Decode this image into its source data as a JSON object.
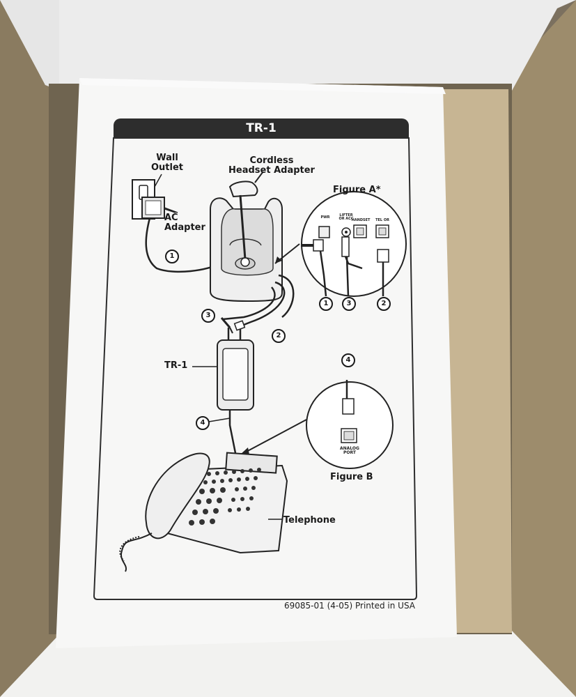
{
  "manual": {
    "title": "TR-1",
    "labels": {
      "wall_outlet": "Wall\nOutlet",
      "cordless_headset_adapter": "Cordless\nHeadset Adapter",
      "ac_adapter": "AC\nAdapter",
      "figure_a": "Figure A*",
      "tr1_module": "TR-1",
      "figure_b": "Figure B",
      "telephone": "Telephone",
      "analog_port": "ANALOG\nPORT"
    },
    "port_labels": {
      "power": "PWR",
      "lifter_or_acc": "LIFTER\nOR ACC",
      "handset": "HANDSET",
      "tel_or": "TEL OR"
    },
    "cable_numbers": {
      "one": "1",
      "two": "2",
      "three": "3",
      "four": "4"
    },
    "footer": "69085-01 (4-05)  Printed in USA"
  }
}
